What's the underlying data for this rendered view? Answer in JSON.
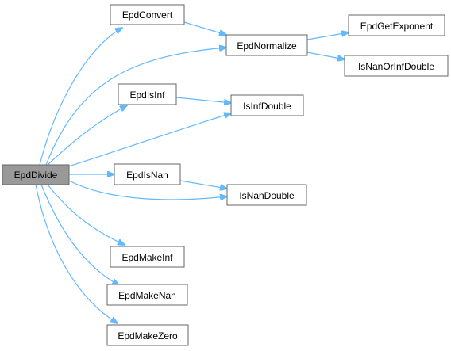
{
  "colors": {
    "root_fill": "#999999",
    "node_fill": "#ffffff",
    "node_border": "#666666",
    "edge": "#63b8ff"
  },
  "nodes": {
    "root": "EpdDivide",
    "convert": "EpdConvert",
    "normalize": "EpdNormalize",
    "getexponent": "EpdGetExponent",
    "isnanorinf": "IsNanOrInfDouble",
    "isinf": "EpdIsInf",
    "isinfdouble": "IsInfDouble",
    "isnan": "EpdIsNan",
    "isnandouble": "IsNanDouble",
    "makeinf": "EpdMakeInf",
    "makenan": "EpdMakeNan",
    "makezero": "EpdMakeZero"
  },
  "edges": [
    {
      "from": "EpdDivide",
      "to": "EpdConvert"
    },
    {
      "from": "EpdDivide",
      "to": "EpdNormalize"
    },
    {
      "from": "EpdDivide",
      "to": "EpdIsInf"
    },
    {
      "from": "EpdDivide",
      "to": "IsInfDouble"
    },
    {
      "from": "EpdDivide",
      "to": "EpdIsNan"
    },
    {
      "from": "EpdDivide",
      "to": "IsNanDouble"
    },
    {
      "from": "EpdDivide",
      "to": "EpdMakeInf"
    },
    {
      "from": "EpdDivide",
      "to": "EpdMakeNan"
    },
    {
      "from": "EpdDivide",
      "to": "EpdMakeZero"
    },
    {
      "from": "EpdConvert",
      "to": "EpdNormalize"
    },
    {
      "from": "EpdNormalize",
      "to": "EpdGetExponent"
    },
    {
      "from": "EpdNormalize",
      "to": "IsNanOrInfDouble"
    },
    {
      "from": "EpdIsInf",
      "to": "IsInfDouble"
    },
    {
      "from": "EpdIsNan",
      "to": "IsNanDouble"
    }
  ]
}
